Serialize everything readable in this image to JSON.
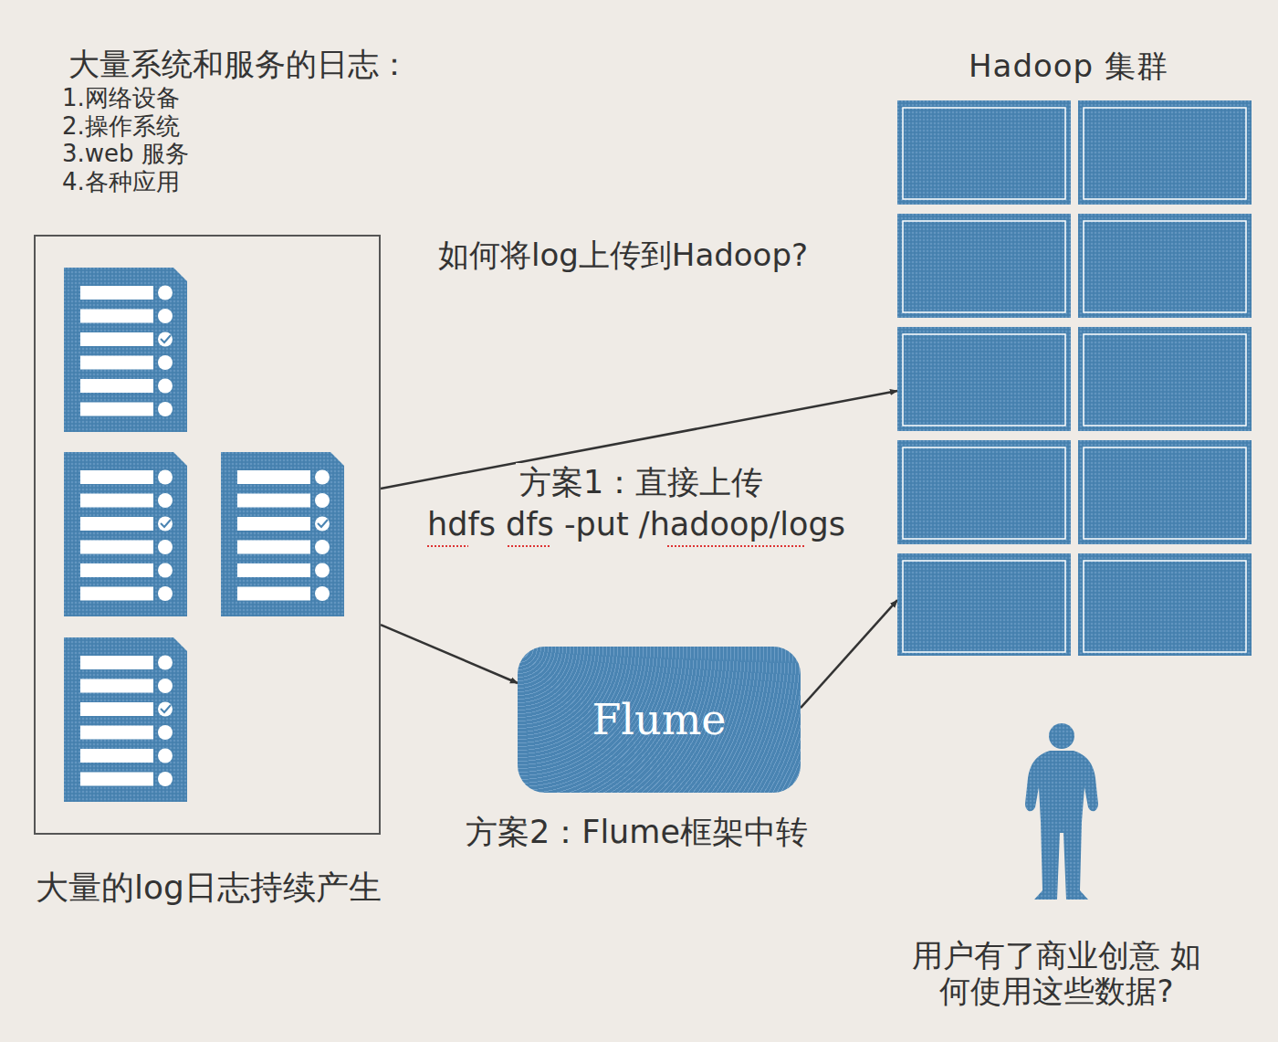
{
  "diagram": {
    "nodes": [
      {
        "text": [
          "大量的log日志持续产生"
        ]
      },
      {
        "text": [
          "Hadoop 集群"
        ]
      },
      {
        "text": [
          "Flume"
        ]
      }
    ],
    "edges": [
      {
        "from": 0,
        "to": 1,
        "arrow": "to",
        "label": "方案1：直接上传"
      },
      {
        "from": 0,
        "to": 2,
        "arrow": "to"
      },
      {
        "from": 2,
        "to": 1,
        "arrow": "to"
      }
    ],
    "labels": [
      "大量系统和服务的日志：",
      "1.网络设备",
      "2.操作系统",
      "3.web 服务",
      "4.各种应用",
      "如何将log上传到Hadoop?",
      "hdfs dfs -put  /hadoop/logs",
      "方案2：Flume框架中转",
      "用户有了商业创意 如何使用这些数据?"
    ]
  }
}
